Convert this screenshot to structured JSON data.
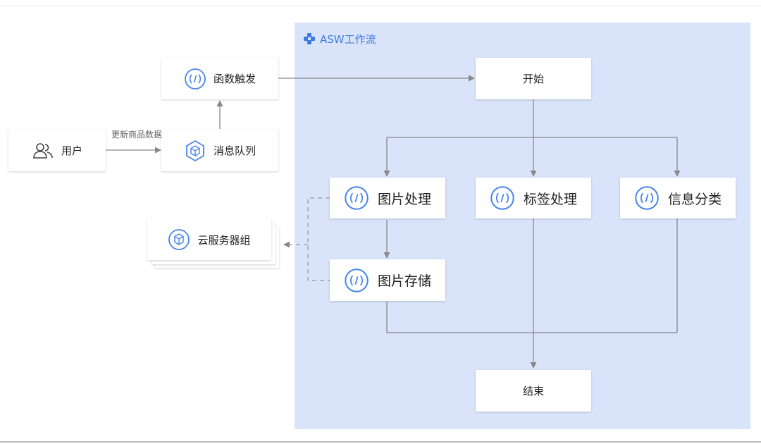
{
  "colors": {
    "region_bg": "#d9e4fb",
    "accent": "#3d7be0",
    "line": "#888888",
    "dashed_line": "#999999",
    "node_bg": "#ffffff"
  },
  "region": {
    "title": "ASW工作流",
    "icon": "workflow-icon"
  },
  "nodes": {
    "user": {
      "label": "用户",
      "icon": "users-icon"
    },
    "queue": {
      "label": "消息队列",
      "icon": "message-queue-icon"
    },
    "func_trigger": {
      "label": "函数触发",
      "icon": "function-icon"
    },
    "server_group": {
      "label": "云服务器组",
      "icon": "server-group-icon"
    },
    "start": {
      "label": "开始"
    },
    "image_process": {
      "label": "图片处理",
      "icon": "function-icon"
    },
    "tag_process": {
      "label": "标签处理",
      "icon": "function-icon"
    },
    "info_classify": {
      "label": "信息分类",
      "icon": "function-icon"
    },
    "image_store": {
      "label": "图片存储",
      "icon": "function-icon"
    },
    "end": {
      "label": "结束"
    }
  },
  "edges": {
    "user_to_queue_label": "更新商品数据"
  }
}
